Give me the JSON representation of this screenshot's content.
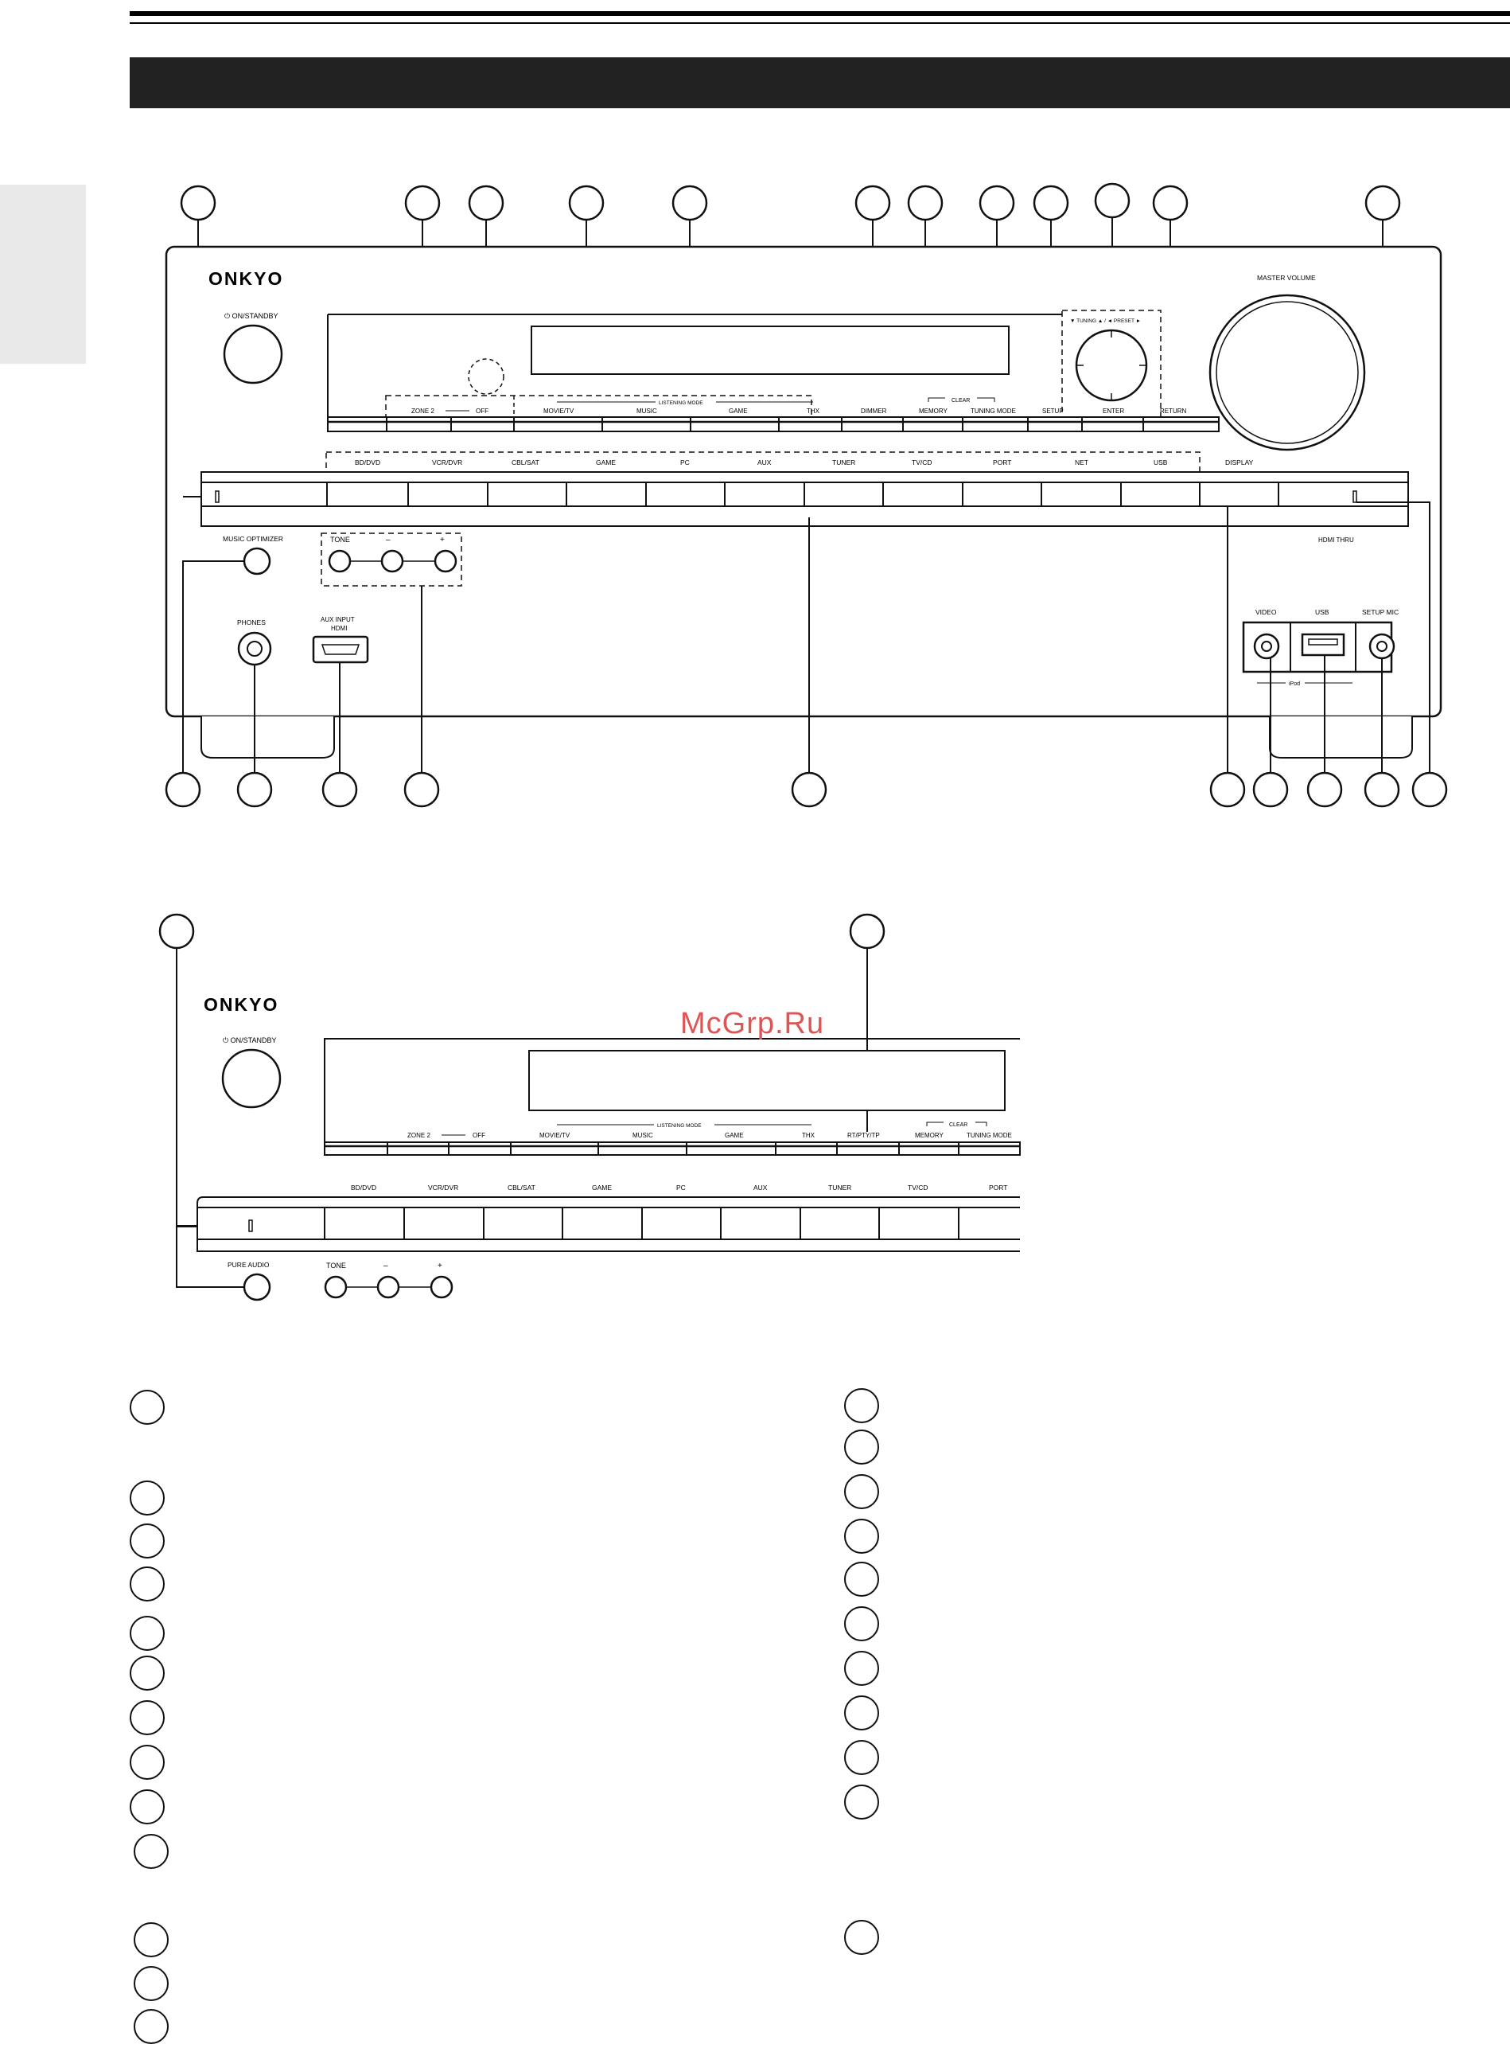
{
  "brand": "ONKYO",
  "watermark": "McGrp.Ru",
  "panel_main": {
    "on_standby": "⏻ ON/STANDBY",
    "zone2": "ZONE 2",
    "off": "OFF",
    "listening_mode": "LISTENING MODE",
    "movie_tv": "MOVIE/TV",
    "music": "MUSIC",
    "game": "GAME",
    "thx": "THX",
    "dimmer": "DIMMER",
    "clear": "CLEAR",
    "memory": "MEMORY",
    "tuning_mode": "TUNING MODE",
    "setup": "SETUP",
    "tuning_preset": "▼ TUNING ▲ / ◄ PRESET ►",
    "enter": "ENTER",
    "return": "RETURN",
    "master_volume": "MASTER VOLUME",
    "inputs": [
      "BD/DVD",
      "VCR/DVR",
      "CBL/SAT",
      "GAME",
      "PC",
      "AUX",
      "TUNER",
      "TV/CD",
      "PORT",
      "NET",
      "USB"
    ],
    "display": "DISPLAY",
    "hdmi_thru": "HDMI THRU",
    "music_optimizer": "MUSIC OPTIMIZER",
    "tone": "TONE",
    "minus": "–",
    "plus": "+",
    "phones": "PHONES",
    "aux_input": "AUX INPUT",
    "hdmi": "HDMI",
    "video": "VIDEO",
    "usb": "USB",
    "setup_mic": "SETUP MIC",
    "ipod": "iPod"
  },
  "panel_alt": {
    "on_standby": "⏻ ON/STANDBY",
    "zone2": "ZONE 2",
    "off": "OFF",
    "listening_mode": "LISTENING MODE",
    "movie_tv": "MOVIE/TV",
    "music": "MUSIC",
    "game": "GAME",
    "thx": "THX",
    "rt_pty_tp": "RT/PTY/TP",
    "clear": "CLEAR",
    "memory": "MEMORY",
    "tuning_mode": "TUNING MODE",
    "inputs": [
      "BD/DVD",
      "VCR/DVR",
      "CBL/SAT",
      "GAME",
      "PC",
      "AUX",
      "TUNER",
      "TV/CD",
      "PORT"
    ],
    "pure_audio": "PURE AUDIO",
    "tone": "TONE",
    "minus": "–",
    "plus": "+"
  }
}
